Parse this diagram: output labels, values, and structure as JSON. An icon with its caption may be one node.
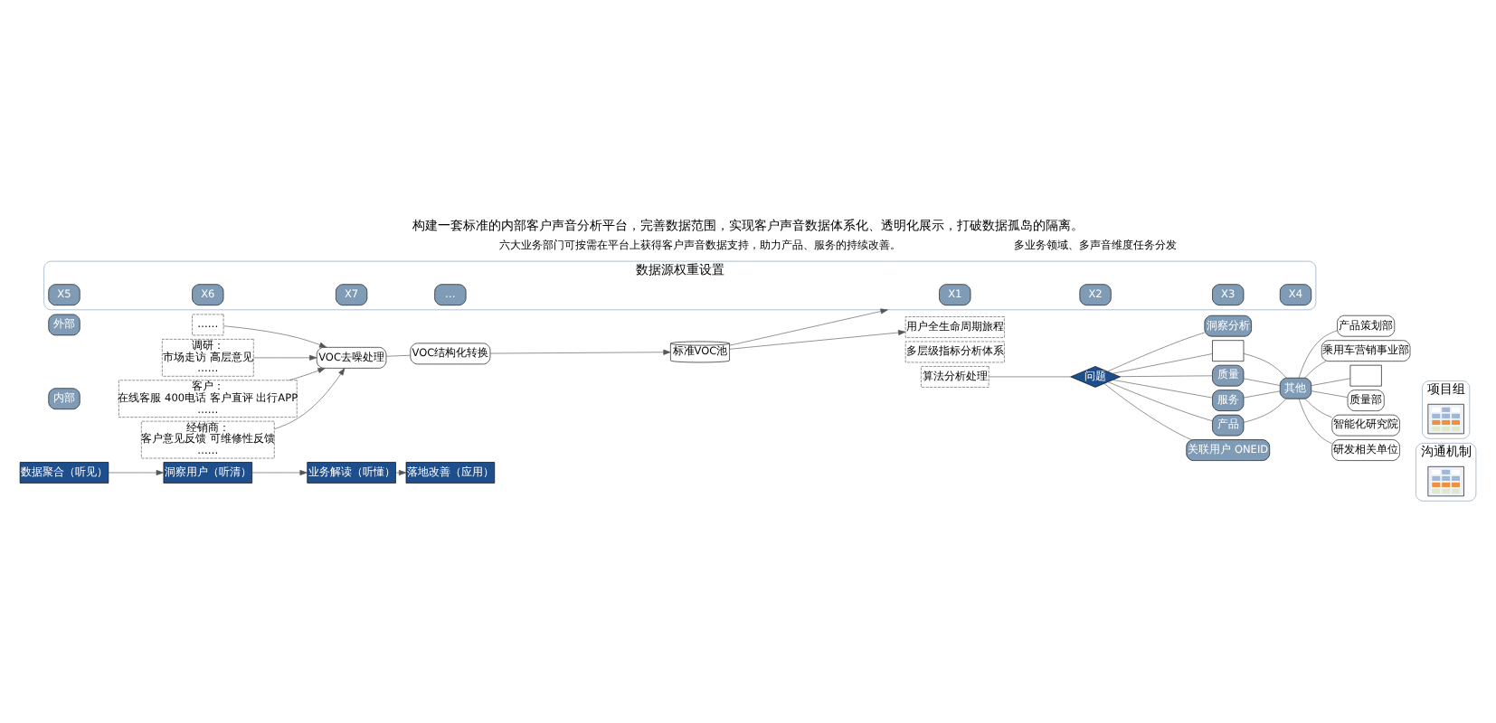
{
  "diagram": {
    "title": "构建一套标准的内部客户声音分析平台，完善数据范围，实现客户声音数据体系化、透明化展示，打破数据孤岛的隔离。",
    "nodes": [
      {
        "text": [
          "数据聚合（听见）"
        ]
      },
      {
        "text": [
          "洞察用户（听清）"
        ]
      },
      {
        "text": [
          "业务解读（听懂）"
        ]
      },
      {
        "text": [
          "落地改善（应用）"
        ]
      },
      {
        "text": [
          "外部"
        ]
      },
      {
        "text": [
          "内部"
        ]
      },
      {
        "text": [
          "……"
        ]
      },
      {
        "text": [
          "客户：",
          "在线客服 400电话 客户直评 出行APP",
          "……"
        ]
      },
      {
        "text": [
          "经销商：",
          "客户意见反馈 可维修性反馈",
          "……"
        ]
      },
      {
        "text": [
          "调研：",
          "市场走访 高层意见",
          "……"
        ]
      },
      {
        "text": [
          "VOC去噪处理"
        ]
      },
      {
        "text": [
          "VOC结构化转换"
        ]
      },
      {
        "text": [
          "标准VOC池"
        ]
      },
      {
        "text": [
          "用户全生命周期旅程"
        ]
      },
      {
        "text": [
          "多层级指标分析体系"
        ]
      },
      {
        "text": [
          "数据源权重设置"
        ]
      },
      {
        "text": [
          "X1"
        ],
        "in": 15
      },
      {
        "text": [
          "X2"
        ],
        "in": 15
      },
      {
        "text": [
          "X3"
        ],
        "in": 15
      },
      {
        "text": [
          "X4"
        ],
        "in": 15
      },
      {
        "text": [
          "X5"
        ],
        "in": 15
      },
      {
        "text": [
          "X6"
        ],
        "in": 15
      },
      {
        "text": [
          "X7"
        ],
        "in": 15
      },
      {
        "text": [
          "…"
        ],
        "in": 15
      },
      {
        "text": [
          "算法分析处理"
        ]
      },
      {
        "text": [
          "问题"
        ]
      },
      {
        "text": [
          "产品"
        ]
      },
      {
        "text": [],
        "shape": "box"
      },
      {
        "text": [
          "质量"
        ]
      },
      {
        "text": [
          "服务"
        ]
      },
      {
        "text": [
          "其他"
        ]
      },
      {
        "text": [
          "产品策划部"
        ]
      },
      {
        "text": [
          "乘用车营销事业部"
        ]
      },
      {
        "text": [],
        "shape": "box"
      },
      {
        "text": [
          "质量部"
        ]
      },
      {
        "text": [
          "智能化研究院"
        ]
      },
      {
        "text": [
          "研发相关单位"
        ]
      },
      {
        "text": [
          "关联用户 ONEID"
        ]
      },
      {
        "text": [
          "洞察分析"
        ]
      },
      {
        "text": [
          "项目组"
        ]
      },
      {
        "text": [],
        "shape": "picture",
        "in": 39
      },
      {
        "text": [
          "沟通机制"
        ]
      },
      {
        "text": [],
        "shape": "picture",
        "in": 41
      }
    ],
    "edges": [
      {
        "from": 0,
        "to": 1,
        "arrow": "to"
      },
      {
        "from": 1,
        "to": 2,
        "arrow": "to"
      },
      {
        "from": 2,
        "to": 3,
        "arrow": "to"
      },
      {
        "from": 6,
        "to": 10,
        "arrow": "to"
      },
      {
        "from": 7,
        "to": 10,
        "arrow": "to"
      },
      {
        "from": 8,
        "to": 10,
        "arrow": "to"
      },
      {
        "from": 9,
        "to": 10,
        "arrow": "to"
      },
      {
        "from": 10,
        "to": 11,
        "arrow": "none"
      },
      {
        "from": 11,
        "to": 12,
        "arrow": "to"
      },
      {
        "from": 12,
        "to": 13,
        "arrow": "to"
      },
      {
        "from": 12,
        "to": 15,
        "arrow": "to"
      },
      {
        "from": 24,
        "to": 25,
        "arrow": "none"
      },
      {
        "from": 25,
        "to": 26,
        "arrow": "none"
      },
      {
        "from": 25,
        "to": 27,
        "arrow": "none"
      },
      {
        "from": 25,
        "to": 28,
        "arrow": "none"
      },
      {
        "from": 25,
        "to": 29,
        "arrow": "none"
      },
      {
        "from": 26,
        "to": 30,
        "arrow": "none"
      },
      {
        "from": 27,
        "to": 30,
        "arrow": "none"
      },
      {
        "from": 28,
        "to": 30,
        "arrow": "none"
      },
      {
        "from": 29,
        "to": 30,
        "arrow": "none"
      },
      {
        "from": 30,
        "to": 31,
        "arrow": "none"
      },
      {
        "from": 30,
        "to": 32,
        "arrow": "none"
      },
      {
        "from": 30,
        "to": 33,
        "arrow": "none"
      },
      {
        "from": 30,
        "to": 34,
        "arrow": "none"
      },
      {
        "from": 30,
        "to": 35,
        "arrow": "none"
      },
      {
        "from": 30,
        "to": 36,
        "arrow": "none"
      },
      {
        "from": 25,
        "to": 37,
        "arrow": "none"
      },
      {
        "from": 25,
        "to": 38,
        "arrow": "none"
      }
    ],
    "labels": [
      "六大业务部门可按需在平台上获得客户声音数据支持，助力产品、服务的持续改善。",
      "多业务领域、多声音维度任务分发"
    ]
  }
}
